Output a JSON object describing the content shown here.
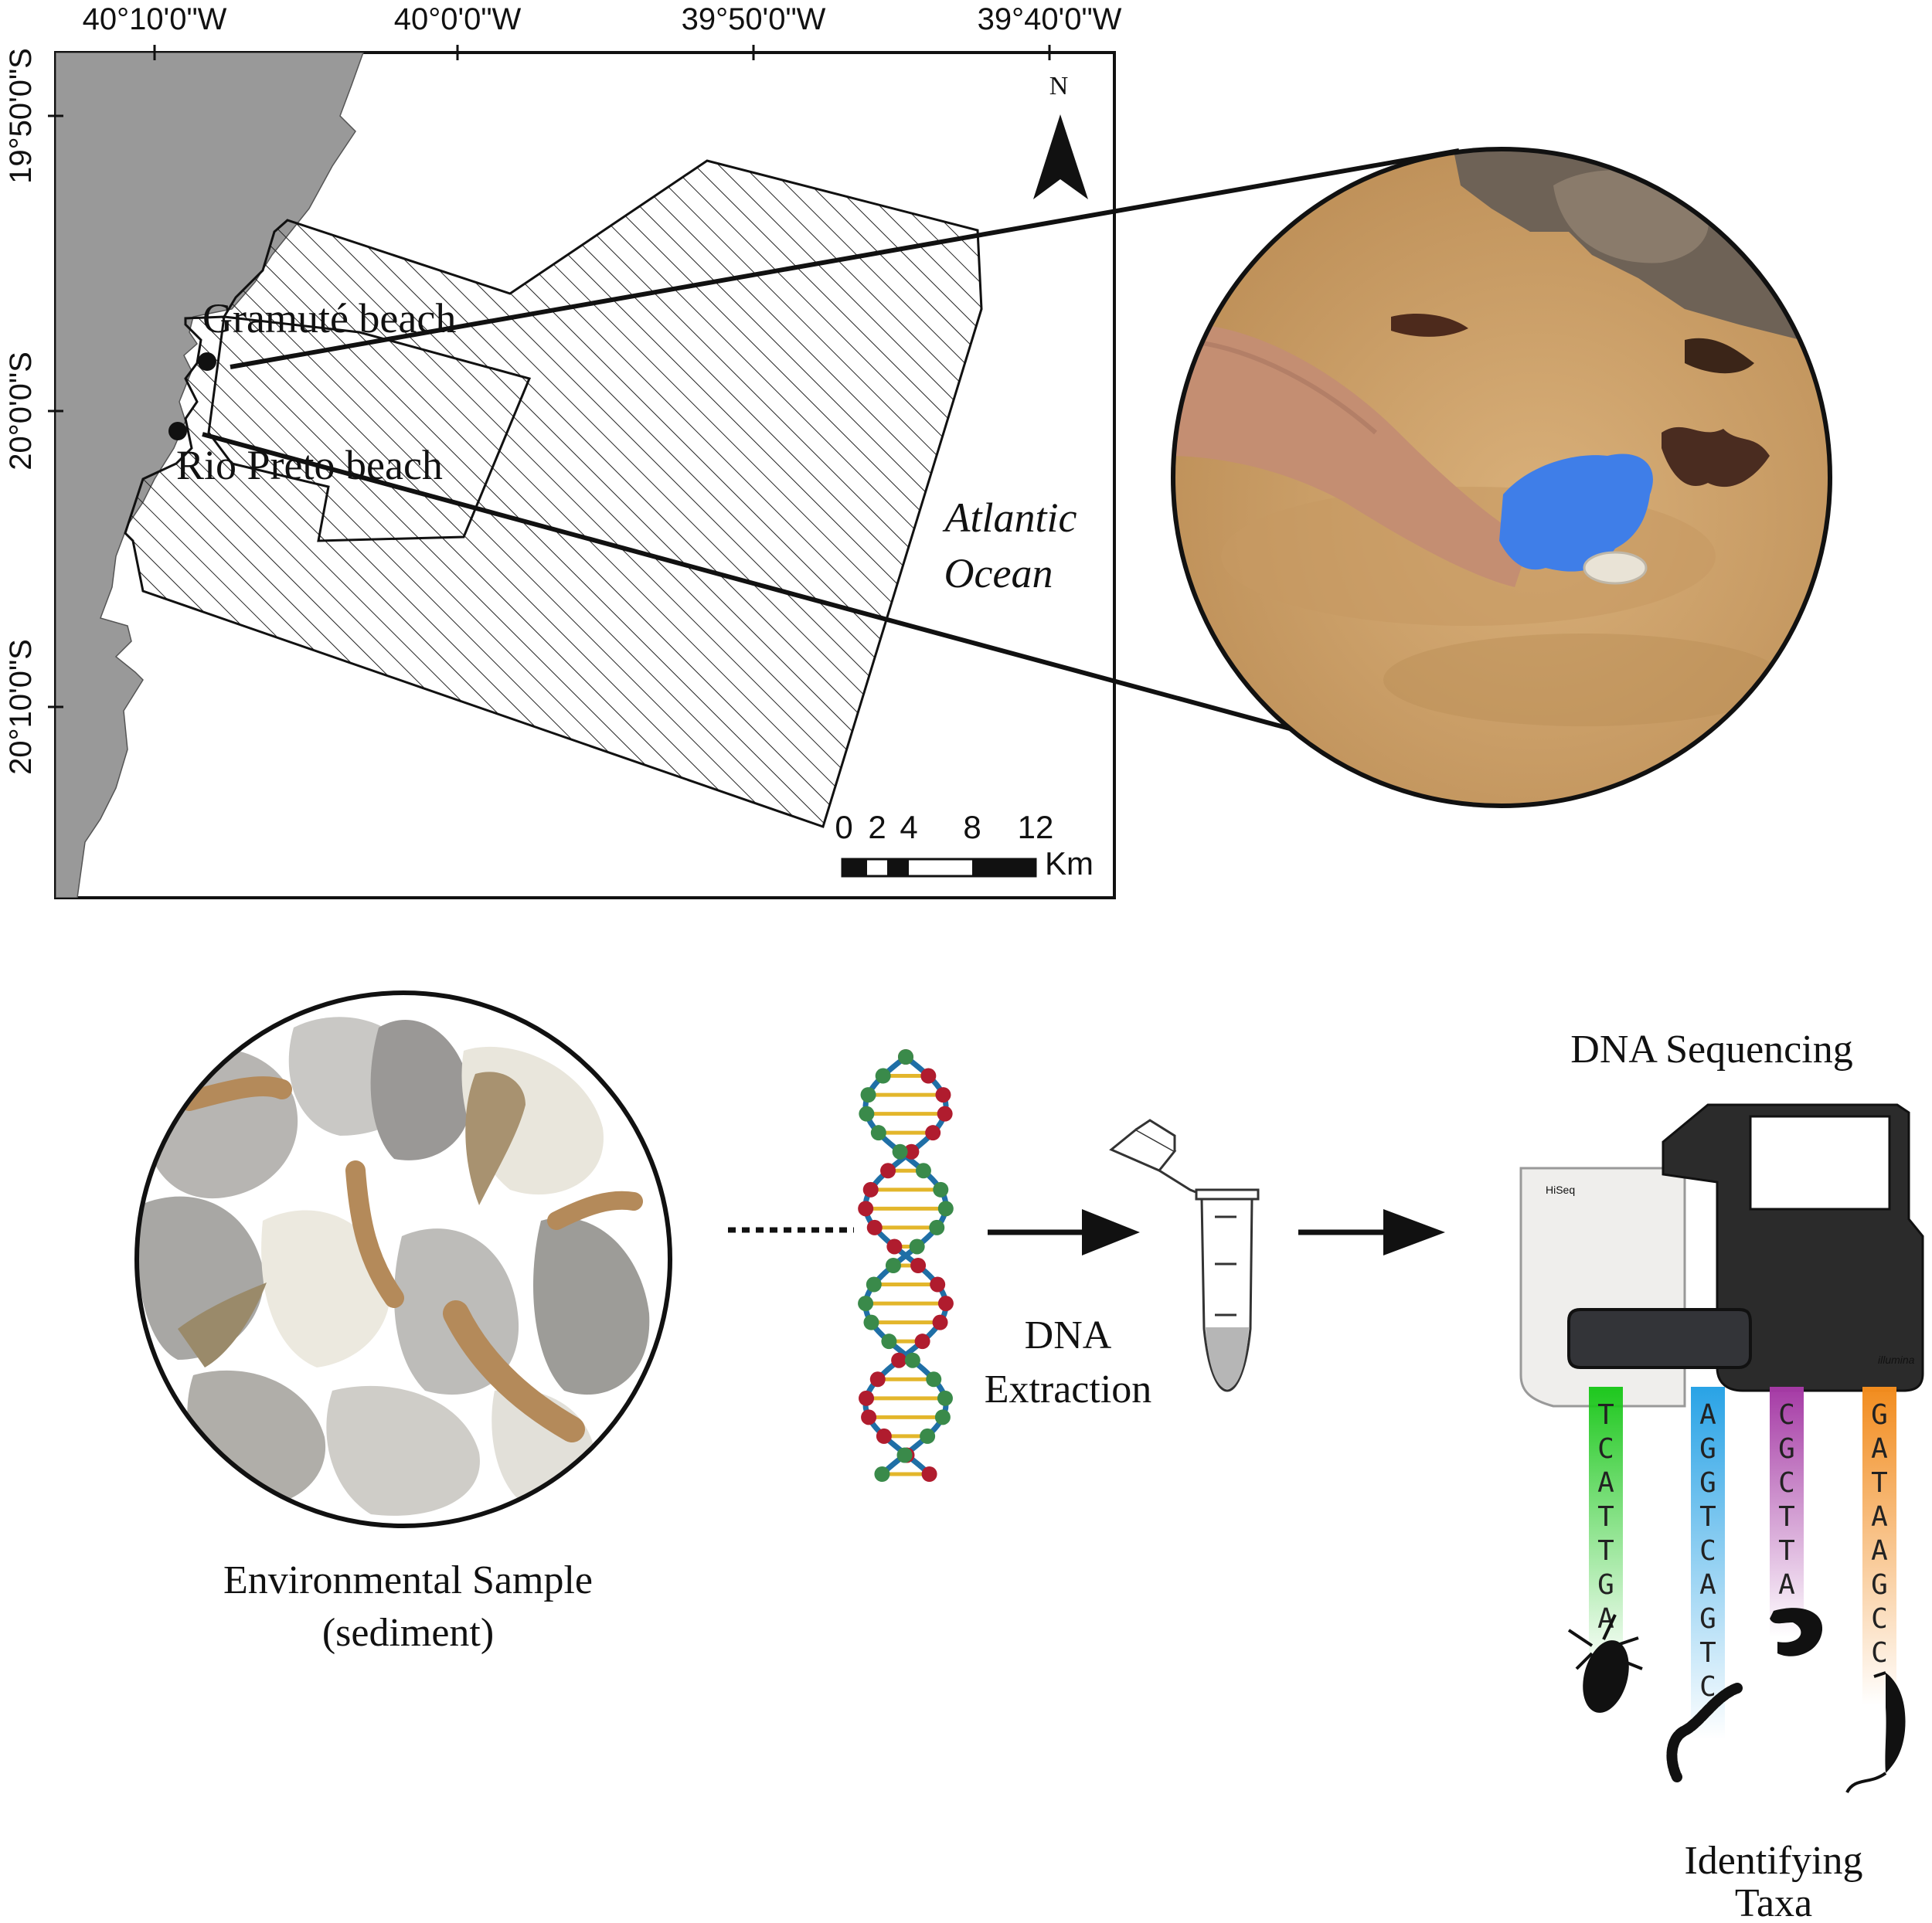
{
  "map": {
    "top_ticks": [
      "40°10'0\"W",
      "40°0'0\"W",
      "39°50'0\"W",
      "39°40'0\"W"
    ],
    "left_ticks": [
      "19°50'0\"S",
      "20°0'0\"S",
      "20°10'0\"S"
    ],
    "north_label": "N",
    "sites": [
      {
        "name": "Gramuté beach"
      },
      {
        "name": "Rio Preto beach"
      }
    ],
    "ocean_line1": "Atlantic",
    "ocean_line2": "Ocean",
    "scale_ticks": [
      "0",
      "2",
      "4",
      "8",
      "12"
    ],
    "scale_unit": "Km",
    "colors": {
      "land": "#999999",
      "frame": "#111111",
      "hatch": "#222222"
    }
  },
  "photo": {
    "description_icon": "field-sampling-photo",
    "colors": {
      "sand": "#cfa26a",
      "rock": "#6e6256",
      "glove": "#3f7ee8",
      "skin": "#c48e72"
    }
  },
  "workflow": {
    "sample_label_line1": "Environmental Sample",
    "sample_label_line2": "(sediment)",
    "extraction_line1": "DNA",
    "extraction_line2": "Extraction",
    "sequencing_title": "DNA Sequencing",
    "machine_brand": "HiSeq",
    "machine_maker": "illumina",
    "identifying_line1": "Identifying",
    "identifying_line2": "Taxa",
    "reads": [
      {
        "color": "#1ec81e",
        "bases": [
          "T",
          "C",
          "A",
          "T",
          "T",
          "G",
          "A"
        ],
        "taxon_icon": "copepod-silhouette-icon"
      },
      {
        "color": "#29a3e6",
        "bases": [
          "A",
          "G",
          "G",
          "T",
          "C",
          "A",
          "G",
          "T",
          "C"
        ],
        "taxon_icon": "polychaete-worm-silhouette-icon"
      },
      {
        "color": "#a53aa5",
        "bases": [
          "C",
          "G",
          "C",
          "T",
          "T",
          "A"
        ],
        "taxon_icon": "nematode-silhouette-icon"
      },
      {
        "color": "#f28c1e",
        "bases": [
          "G",
          "A",
          "T",
          "A",
          "A",
          "G",
          "C",
          "C"
        ],
        "taxon_icon": "amphipod-silhouette-icon"
      }
    ]
  }
}
